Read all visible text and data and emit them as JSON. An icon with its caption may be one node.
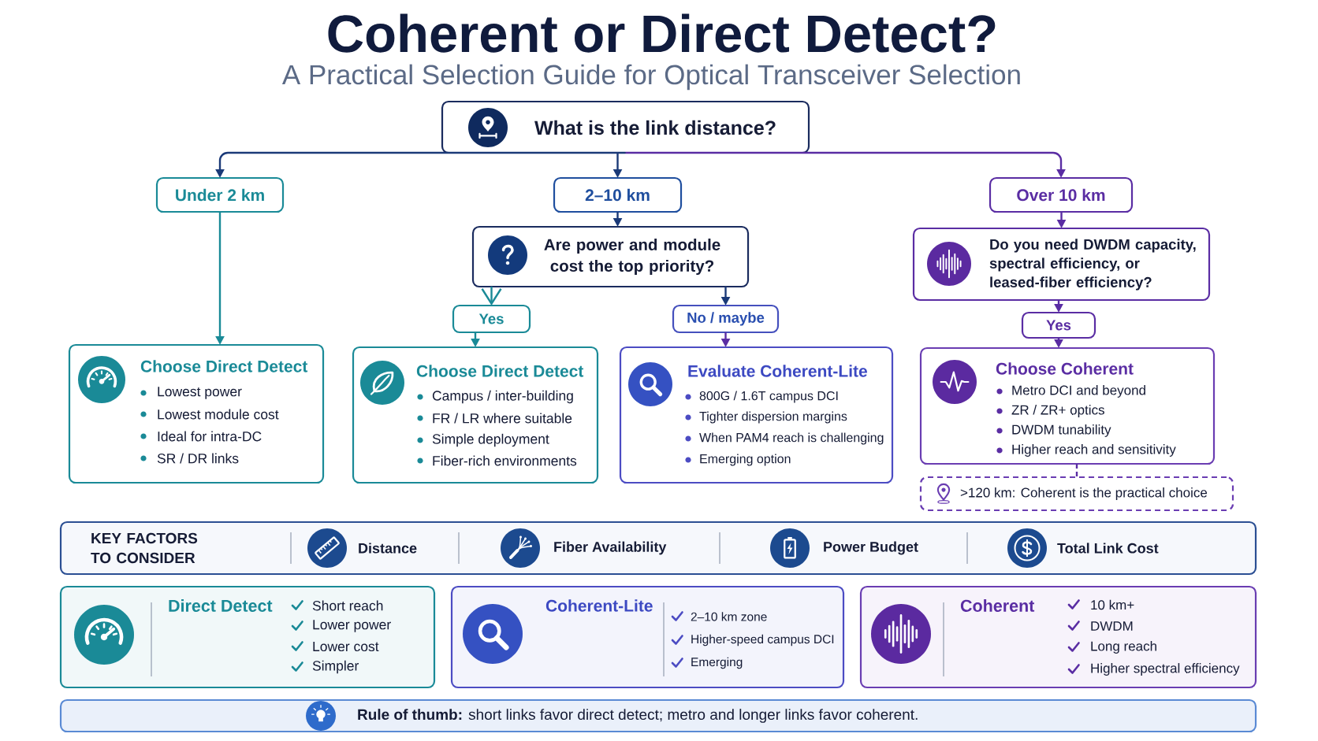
{
  "diagram": {
    "title": "Coherent or Direct Detect?",
    "nodes": [
      {
        "text": [
          "What is the link distance?"
        ]
      },
      {
        "text": [
          "Under 2 km"
        ]
      },
      {
        "text": [
          "2–10 km"
        ]
      },
      {
        "text": [
          "Over 10 km"
        ]
      },
      {
        "text": [
          "Are power and module cost the top priority?"
        ]
      },
      {
        "text": [
          "Do you need DWDM capacity, spectral efficiency, or leased-fiber efficiency?"
        ]
      },
      {
        "text": [
          "Yes"
        ]
      },
      {
        "text": [
          "No / maybe"
        ]
      },
      {
        "text": [
          "Yes"
        ]
      },
      {
        "text": [
          "Choose Direct Detect",
          "Lowest power",
          "Lowest module cost",
          "Ideal for intra-DC",
          "SR / DR links"
        ]
      },
      {
        "text": [
          "Choose Direct Detect",
          "Campus / inter-building",
          "FR / LR where suitable",
          "Simple deployment",
          "Fiber-rich environments"
        ]
      },
      {
        "text": [
          "Evaluate Coherent-Lite",
          "800G / 1.6T campus DCI",
          "Tighter dispersion margins",
          "When PAM4 reach is challenging",
          "Emerging option"
        ]
      },
      {
        "text": [
          "Choose Coherent",
          "Metro DCI and beyond",
          "ZR / ZR+ optics",
          "DWDM tunability",
          "Higher reach and sensitivity"
        ]
      },
      {
        "text": [
          ">120 km: Coherent is the practical choice"
        ]
      },
      {
        "text": [
          "KEY FACTORS TO CONSIDER",
          "Distance",
          "Fiber Availability",
          "Power Budget",
          "Total Link Cost"
        ]
      },
      {
        "text": [
          "Direct Detect",
          "Short reach",
          "Lower power",
          "Lower cost",
          "Simpler"
        ]
      },
      {
        "text": [
          "Coherent-Lite",
          "2–10 km zone",
          "Higher-speed campus DCI",
          "Emerging"
        ]
      },
      {
        "text": [
          "Coherent",
          "10 km+",
          "DWDM",
          "Long reach",
          "Higher spectral efficiency"
        ]
      },
      {
        "text": [
          "**Rule of thumb:** short links favor direct detect; metro and longer links favor coherent."
        ]
      }
    ],
    "edges": [
      {
        "from": 0,
        "to": 1,
        "arrow": "to",
        "color": "#1b3a78"
      },
      {
        "from": 0,
        "to": 2,
        "arrow": "to",
        "color": "#1b3a78"
      },
      {
        "from": 0,
        "to": 3,
        "arrow": "to"
      },
      {
        "from": 2,
        "to": 4,
        "arrow": "to",
        "color": "#1b3a78"
      },
      {
        "from": 3,
        "to": 5,
        "arrow": "to"
      },
      {
        "from": 4,
        "to": 6,
        "arrow": "to",
        "color": "#1a8a97"
      },
      {
        "from": 4,
        "to": 7,
        "arrow": "to",
        "color": "#1b3a78"
      },
      {
        "from": 5,
        "to": 8,
        "arrow": "to"
      },
      {
        "from": 1,
        "to": 9,
        "arrow": "to",
        "color": "#1a8a97"
      },
      {
        "from": 6,
        "to": 10,
        "arrow": "to",
        "color": "#1a8a97"
      },
      {
        "from": 7,
        "to": 11,
        "arrow": "to"
      },
      {
        "from": 8,
        "to": 12,
        "arrow": "to"
      },
      {
        "from": 12,
        "to": 13,
        "arrow": "none",
        "style": "dashed"
      }
    ],
    "labels": [
      "A Practical Selection Guide for Optical Transceiver Selection"
    ]
  }
}
